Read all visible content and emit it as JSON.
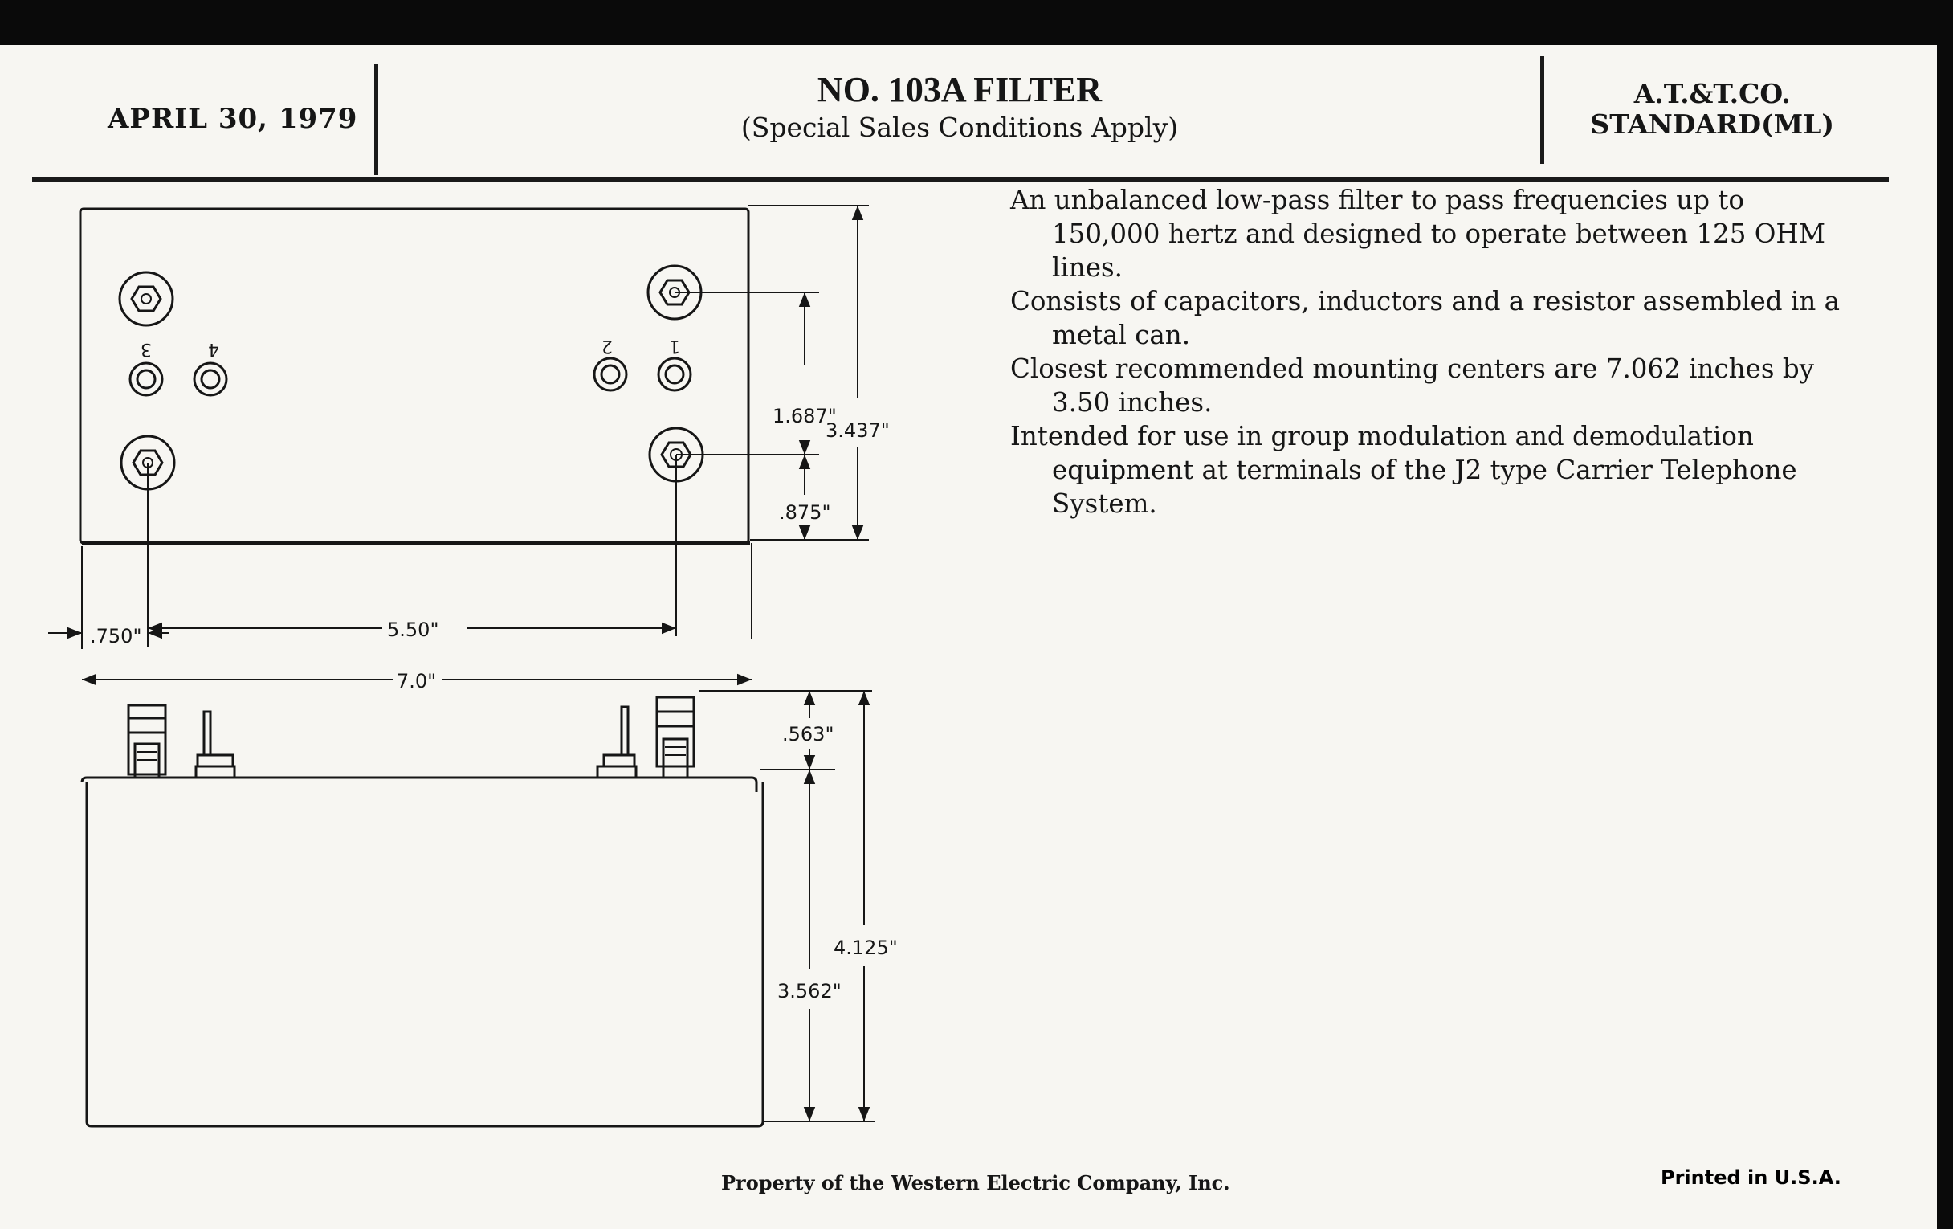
{
  "header": {
    "date": "APRIL 30, 1979",
    "title": "NO. 103A FILTER",
    "subtitle": "(Special Sales Conditions Apply)",
    "company_line1": "A.T.&T.CO.",
    "company_line2": "STANDARD(ML)"
  },
  "description": [
    "An unbalanced low-pass filter to pass frequencies up to 150,000 hertz and designed to operate between 125 OHM lines.",
    "Consists of capacitors, inductors and a resistor assembled in a metal can.",
    "Closest recommended mounting centers are 7.062 inches by 3.50 inches.",
    "Intended for use in group modulation and demodulation equipment at terminals of the J2 type Carrier Telephone System."
  ],
  "drawing": {
    "top_view": {
      "terminal_labels": [
        "3",
        "4",
        "2",
        "1"
      ],
      "dims": {
        "d_1687": "1.687\"",
        "d_3437": "3.437\"",
        "d_875": ".875\"",
        "d_750": ".750\"",
        "d_550": "5.50\"",
        "d_70": "7.0\""
      }
    },
    "side_view": {
      "dims": {
        "d_563": ".563\"",
        "d_4125": "4.125\"",
        "d_3562": "3.562\""
      }
    }
  },
  "footer": {
    "property": "Property of the Western Electric Company, Inc.",
    "printed": "Printed in U.S.A."
  }
}
